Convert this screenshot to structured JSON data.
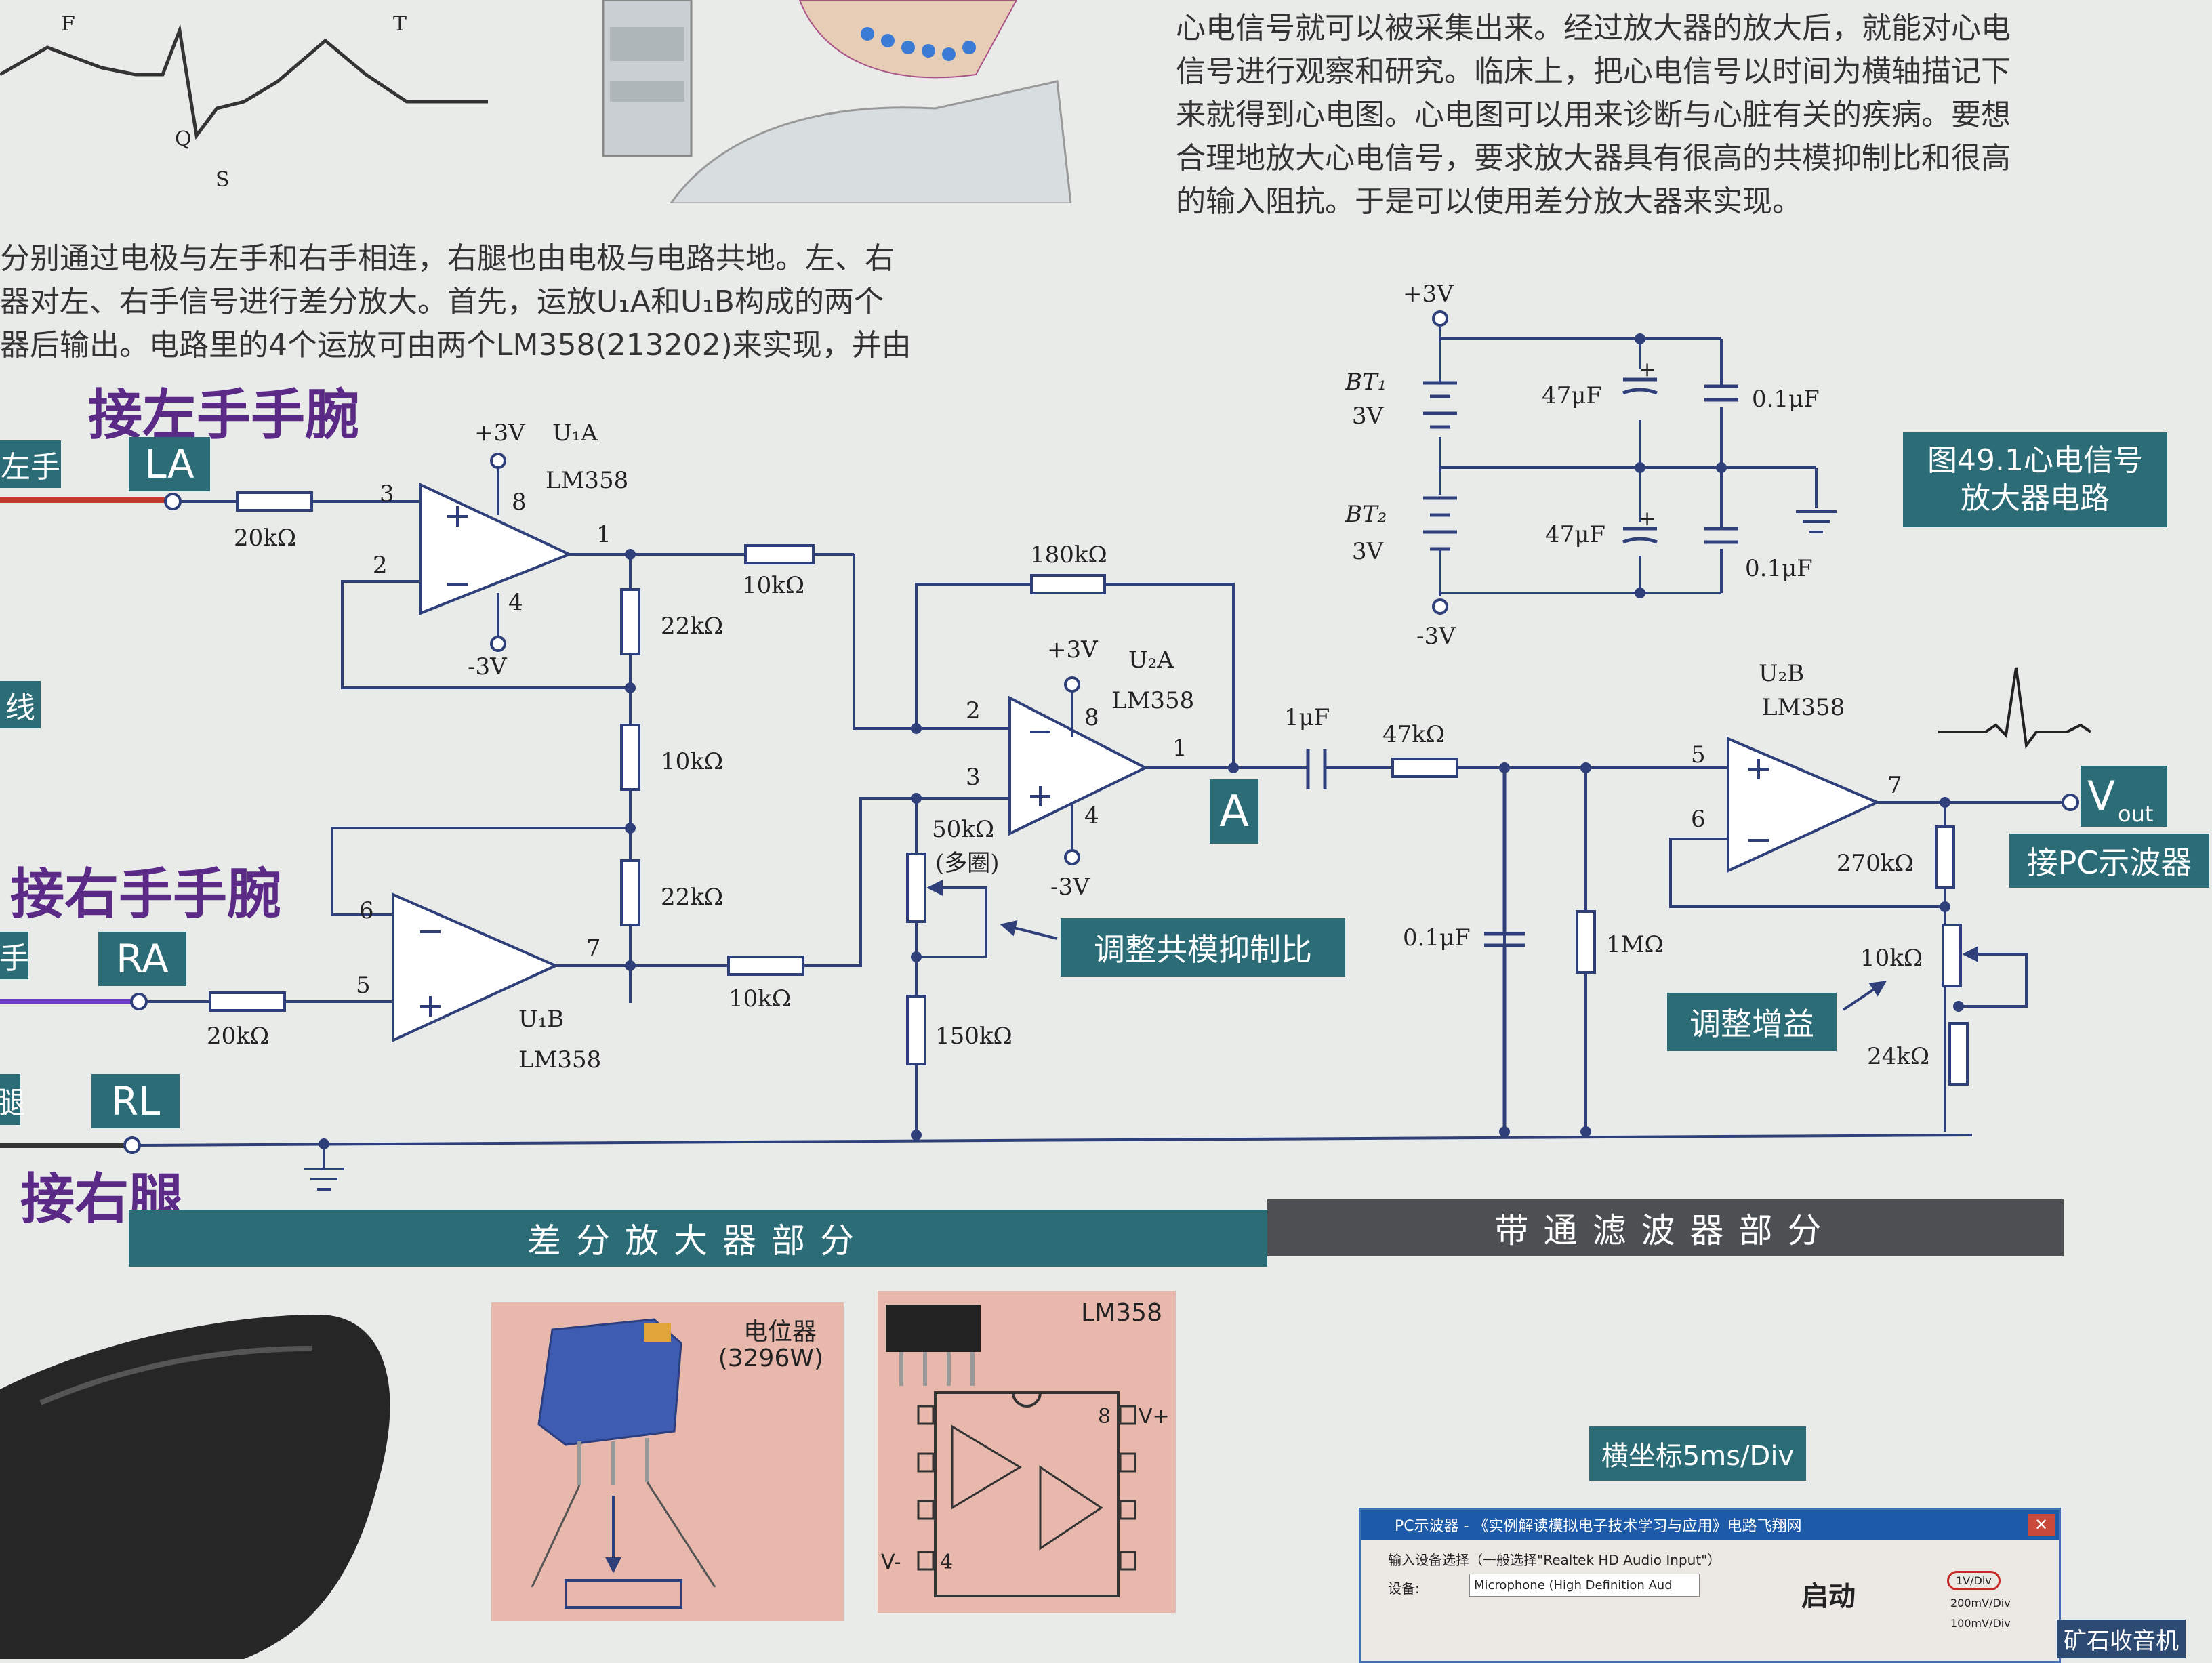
{
  "ecg_top": {
    "labels": [
      "F",
      "T",
      "Q",
      "S"
    ]
  },
  "paragraph_top_right": [
    "心电信号就可以被采集出来。经过放大器的放大后，就能对心电",
    "信号进行观察和研究。临床上，把心电信号以时间为横轴描记下",
    "来就得到心电图。心电图可以用来诊断与心脏有关的疾病。要想",
    "合理地放大心电信号，要求放大器具有很高的共模抑制比和很高",
    "的输入阻抗。于是可以使用差分放大器来实现。"
  ],
  "paragraph_left": [
    "分别通过电极与左手和右手相连，右腿也由电极与电路共地。左、右",
    "器对左、右手信号进行差分放大。首先，运放U₁A和U₁B构成的两个",
    "器后输出。电路里的4个运放可由两个LM358(213202)来实现，并由"
  ],
  "labels": {
    "left_wrist": "接左手手腕",
    "right_wrist": "接右手手腕",
    "right_leg": "接右腿",
    "la": "LA",
    "ra": "RA",
    "rl": "RL",
    "left_edge_1": "左手",
    "left_edge_2": "线",
    "left_edge_3": "手",
    "left_edge_4": "腿",
    "figure_caption_1": "图49.1心电信号",
    "figure_caption_2": "放大器电路",
    "node_a": "A",
    "cmrr_note": "调整共模抑制比",
    "gain_note": "调整增益",
    "to_pc_scope": "接PC示波器",
    "band_diff": "差分放大器部分",
    "band_filter": "带通滤波器部分",
    "pot_title": "电位器",
    "pot_model": "(3296W)",
    "chip_title": "LM358",
    "chip_v_plus": "V+",
    "chip_v_minus": "V-",
    "chip_pin8": "8",
    "chip_pin4": "4",
    "x_axis_note": "横坐标5ms/Div",
    "scope_window_title": "PC示波器 - 《实例解读模拟电子技术学习与应用》电路飞翔网",
    "scope_input_label": "输入设备选择（一般选择\"Realtek HD Audio Input\"）",
    "scope_device_label": "设备:",
    "scope_device_value": "Microphone (High Definition Aud",
    "scope_start": "启动",
    "scope_option_1": "1V/Div",
    "scope_option_2": "200mV/Div",
    "scope_option_3": "100mV/Div",
    "watermark": "矿石收音机"
  },
  "schematic": {
    "u1a": {
      "name": "U₁A",
      "model": "LM358",
      "vplus": "+3V",
      "vminus": "-3V",
      "pins": [
        "3",
        "2",
        "8",
        "4",
        "1"
      ]
    },
    "u1b": {
      "name": "U₁B",
      "model": "LM358",
      "pins": [
        "6",
        "5",
        "7"
      ]
    },
    "u2a": {
      "name": "U₂A",
      "model": "LM358",
      "vplus": "+3V",
      "vminus": "-3V",
      "pins": [
        "2",
        "3",
        "8",
        "4",
        "1"
      ]
    },
    "u2b": {
      "name": "U₂B",
      "model": "LM358",
      "pins": [
        "5",
        "6",
        "7"
      ]
    },
    "r_in_la": "20kΩ",
    "r_in_ra": "20kΩ",
    "r_22k_top": "22kΩ",
    "r_10k_mid": "10kΩ",
    "r_22k_bot": "22kΩ",
    "r_10k_a": "10kΩ",
    "r_10k_b": "10kΩ",
    "r_fb": "180kΩ",
    "pot_50k": "50kΩ",
    "pot_50k_note": "(多圈)",
    "r_150k": "150kΩ",
    "c_1u": "1μF",
    "r_47k": "47kΩ",
    "c_01u": "0.1μF",
    "r_1m": "1MΩ",
    "r_270k": "270kΩ",
    "pot_10k": "10kΩ",
    "r_24k": "24kΩ",
    "vout": "V",
    "vout_sub": "out",
    "psu": {
      "vplus": "+3V",
      "vminus": "-3V",
      "bt1": "BT₁",
      "bt1_v": "3V",
      "bt2": "BT₂",
      "bt2_v": "3V",
      "c1": "47μF",
      "c2": "0.1μF",
      "c3": "47μF",
      "c4": "0.1μF"
    }
  }
}
